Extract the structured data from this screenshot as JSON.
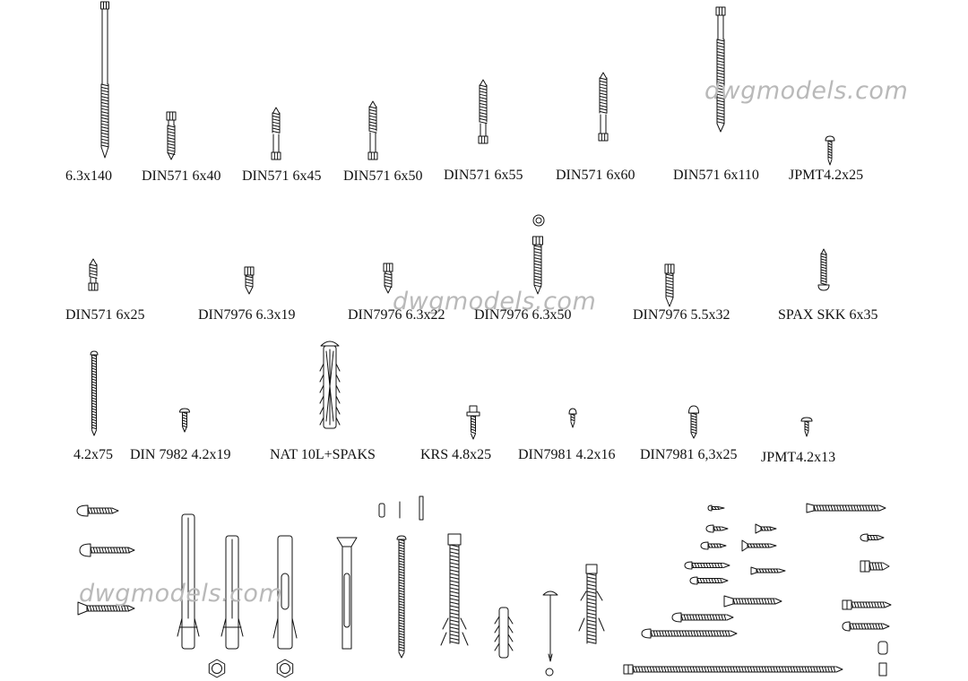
{
  "watermark": "dwgmodels.com",
  "rows": {
    "row1": [
      "6.3x140",
      "DIN571 6x40",
      "DIN571 6x45",
      "DIN571 6x50",
      "DIN571 6x55",
      "DIN571 6x60",
      "DIN571 6x110",
      "JPMT4.2x25"
    ],
    "row2": [
      "DIN571 6x25",
      "DIN7976 6.3x19",
      "DIN7976 6.3x22",
      "DIN7976 6.3x50",
      "DIN7976 5.5x32",
      "SPAX SKK 6x35"
    ],
    "row3": [
      "4.2x75",
      "DIN 7982 4.2x19",
      "NAT 10L+SPAKS",
      "KRS 4.8x25",
      "DIN7981 4.2x16",
      "DIN7981 6,3x25",
      "JPMT4.2x13"
    ]
  },
  "colors": {
    "line": "#111111",
    "watermark": "#b9b9b9",
    "background": "#ffffff"
  },
  "icons": {
    "hex-head-screw": "hex-head-screw-icon",
    "pan-head-screw": "pan-head-screw-icon",
    "wall-anchor": "wall-anchor-icon",
    "nail": "nail-icon",
    "hex-nut": "hex-nut-icon",
    "washer": "washer-icon"
  }
}
